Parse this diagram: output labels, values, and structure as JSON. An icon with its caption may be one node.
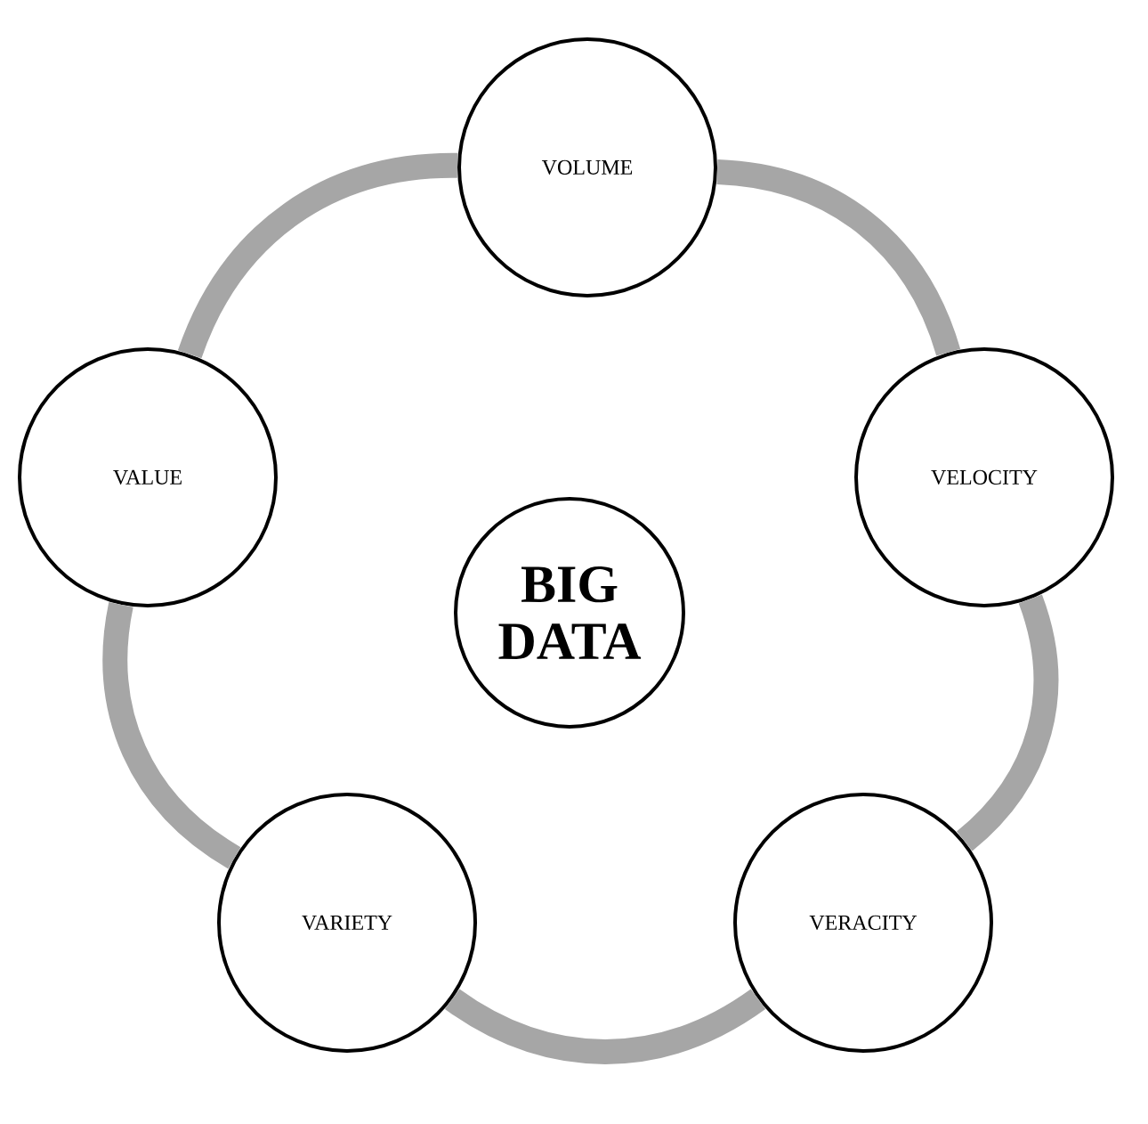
{
  "diagram": {
    "nodes": [
      {
        "text": [
          "BIG DATA"
        ]
      },
      {
        "text": [
          "VOLUME"
        ]
      },
      {
        "text": [
          "VELOCITY"
        ]
      },
      {
        "text": [
          "VERACITY"
        ]
      },
      {
        "text": [
          "VARIETY"
        ]
      },
      {
        "text": [
          "VALUE"
        ]
      }
    ],
    "edges": [
      {
        "from": 1,
        "to": 2,
        "arrow": "none"
      },
      {
        "from": 2,
        "to": 3,
        "arrow": "none"
      },
      {
        "from": 3,
        "to": 4,
        "arrow": "none"
      },
      {
        "from": 4,
        "to": 5,
        "arrow": "none"
      },
      {
        "from": 5,
        "to": 1,
        "arrow": "none"
      }
    ]
  }
}
